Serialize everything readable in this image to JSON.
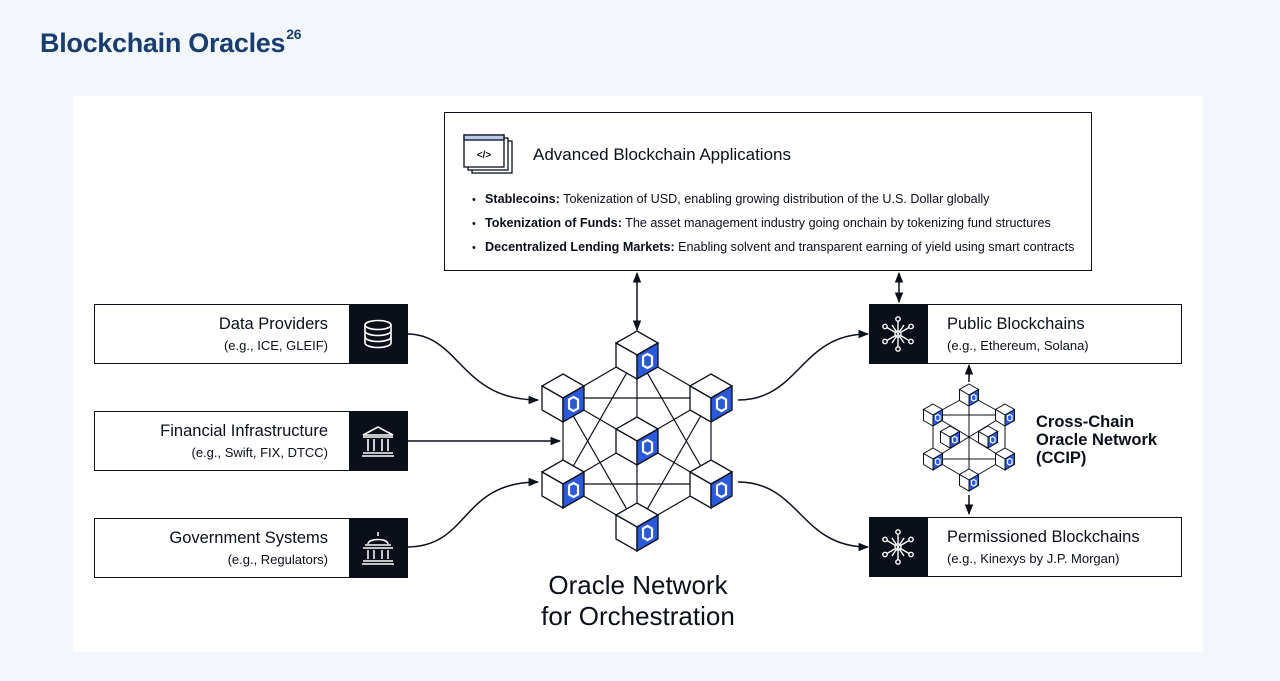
{
  "header": {
    "title": "Blockchain Oracles",
    "footnote": "26"
  },
  "applications": {
    "title": "Advanced Blockchain Applications",
    "icon": "code-window-icon",
    "items": [
      {
        "term": "Stablecoins:",
        "text": " Tokenization of USD, enabling growing distribution of the U.S. Dollar globally"
      },
      {
        "term": "Tokenization of Funds:",
        "text": " The asset management industry going onchain by tokenizing fund structures"
      },
      {
        "term": "Decentralized Lending Markets:",
        "text": " Enabling solvent and transparent earning of yield using smart contracts"
      }
    ]
  },
  "sources": [
    {
      "name": "Data Providers",
      "sub": "(e.g., ICE, GLEIF)",
      "icon": "database-icon"
    },
    {
      "name": "Financial Infrastructure",
      "sub": "(e.g., Swift, FIX, DTCC)",
      "icon": "bank-icon"
    },
    {
      "name": "Government Systems",
      "sub": "(e.g., Regulators)",
      "icon": "government-building-icon"
    }
  ],
  "destinations": [
    {
      "name": "Public Blockchains",
      "sub": "(e.g., Ethereum, Solana)",
      "icon": "network-node-icon"
    },
    {
      "name": "Permissioned Blockchains",
      "sub": "(e.g., Kinexys by J.P. Morgan)",
      "icon": "network-node-icon"
    }
  ],
  "oracle_network": {
    "line1": "Oracle Network",
    "line2": "for Orchestration",
    "icon": "chainlink-cube-icon"
  },
  "ccip": {
    "line1": "Cross-Chain",
    "line2": "Oracle Network",
    "line3": "(CCIP)"
  },
  "colors": {
    "title": "#173e6e",
    "ink": "#0b0f1a",
    "accent": "#2a5ada",
    "background": "#f3f6fb"
  }
}
